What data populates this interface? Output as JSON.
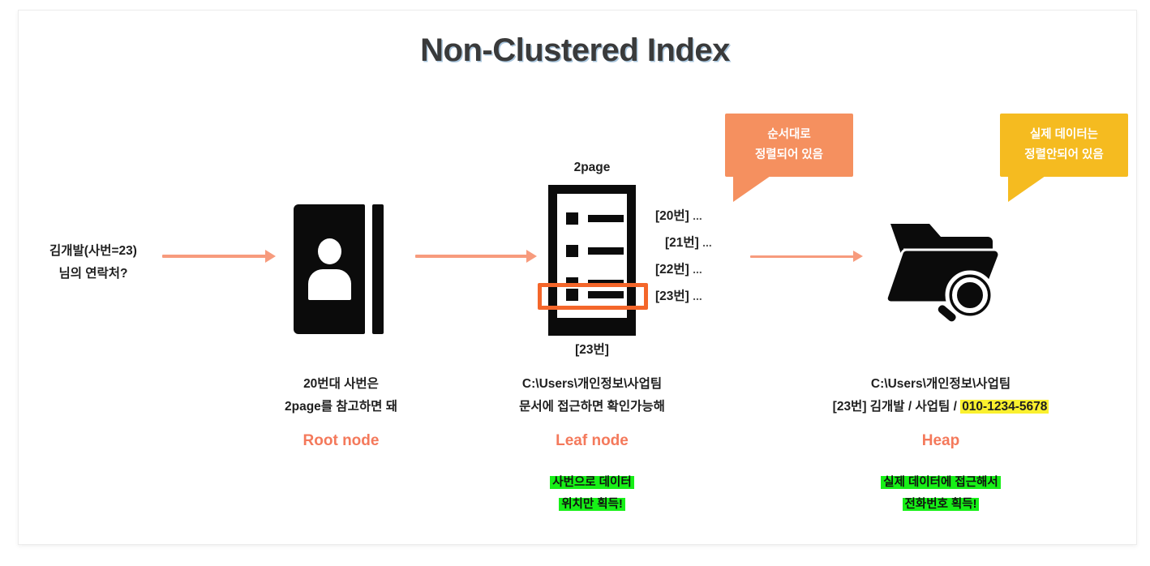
{
  "title": "Non-Clustered Index",
  "query": {
    "line1": "김개발(사번=23)",
    "line2": "님의 연락처?"
  },
  "columns": [
    {
      "id": "root",
      "icon": "address-book-icon",
      "caption_lines": [
        "20번대 사번은",
        "2page를 참고하면 돼"
      ],
      "node_label": "Root node"
    },
    {
      "id": "leaf",
      "icon": "document-list-icon",
      "page_label": "2page",
      "entry_key": "[23번]",
      "caption_lines": [
        "C:\\Users\\개인정보\\사업팀",
        "문서에 접근하면 확인가능해"
      ],
      "node_label": "Leaf node",
      "note_lines": [
        "사번으로 데이터",
        "위치만 획득!"
      ]
    },
    {
      "id": "heap",
      "icon": "folder-search-icon",
      "caption_line1": "C:\\Users\\개인정보\\사업팀",
      "record_prefix": "[23번] 김개발 / 사업팀 / ",
      "record_phone": "010-1234-5678",
      "node_label": "Heap",
      "note_lines": [
        "실제 데이터에 접근해서",
        "전화번호 획득!"
      ]
    }
  ],
  "index_entries": [
    {
      "key": "[20번]",
      "dots": "..."
    },
    {
      "key": "[21번]",
      "dots": "..."
    },
    {
      "key": "[22번]",
      "dots": "..."
    },
    {
      "key": "[23번]",
      "dots": "..."
    }
  ],
  "callouts": [
    {
      "id": "sorted",
      "line1": "순서대로",
      "line2": "정렬되어 있음",
      "color": "#f5905f"
    },
    {
      "id": "unsorted",
      "line1": "실제 데이터는",
      "line2": "정렬안되어 있음",
      "color": "#f5bb20"
    }
  ],
  "colors": {
    "arrow": "#f79b7d",
    "node_label": "#f4795b",
    "highlight_box": "#f4662a",
    "green_highlight": "#17f017",
    "yellow_highlight": "#faf02e",
    "title_text": "#3a3a3a",
    "title_shadow": "#a8c5dd",
    "icon_black": "#0b0b0b"
  }
}
